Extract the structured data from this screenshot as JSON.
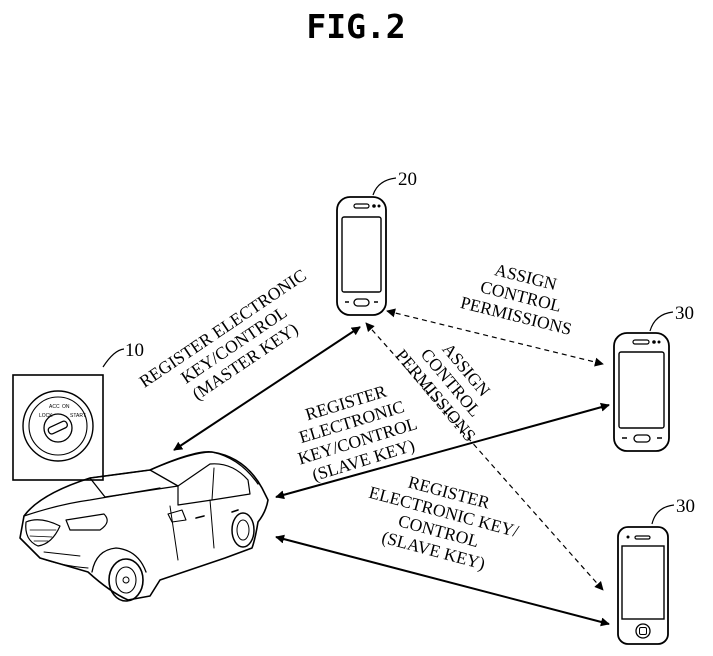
{
  "figure": {
    "title": "FIG.2"
  },
  "refs": {
    "ignition": "10",
    "master_phone": "20",
    "slave_phone_a": "30",
    "slave_phone_b": "30"
  },
  "labels": {
    "master_register": [
      "REGISTER ELECTRONIC",
      "KEY/CONTROL",
      "(MASTER KEY)"
    ],
    "assign_top": [
      "ASSIGN",
      "CONTROL",
      "PERMISSIONS"
    ],
    "assign_diag": [
      "ASSIGN",
      "CONTROL",
      "PERMISSIONS"
    ],
    "register_slave_a": [
      "REGISTER",
      "ELECTRONIC",
      "KEY/CONTROL",
      "(SLAVE KEY)"
    ],
    "register_slave_b": [
      "REGISTER",
      "ELECTRONIC KEY/",
      "CONTROL",
      "(SLAVE KEY)"
    ]
  },
  "ignition_positions": [
    "LOCK",
    "ACC",
    "ON",
    "START"
  ],
  "colors": {
    "ink": "#000000",
    "paper": "#ffffff"
  }
}
